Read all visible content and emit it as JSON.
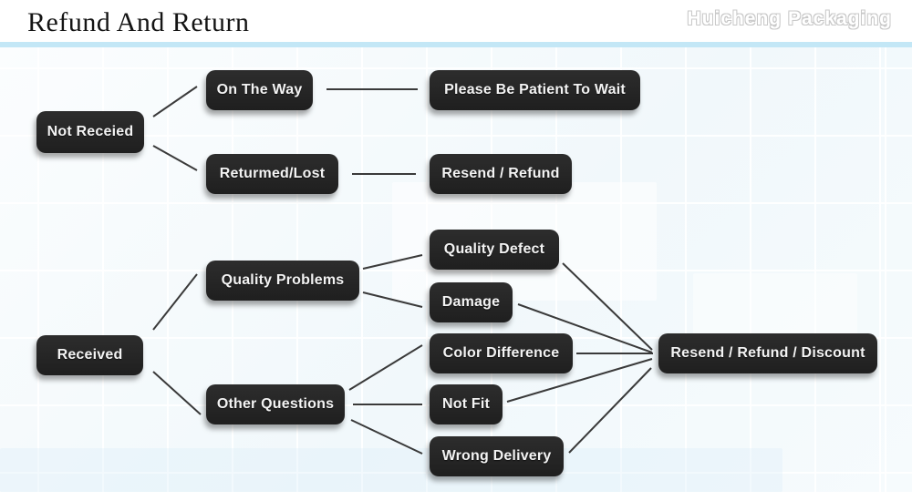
{
  "header": {
    "title": "Refund And Return",
    "brand": "Huicheng Packaging"
  },
  "colors": {
    "divider": "#c3e7f6",
    "node_background": "#262626",
    "node_text": "#f3f3f3",
    "connector_line": "#3a3a3a",
    "canvas_background": "#f4f9fb"
  },
  "diagram": {
    "type": "flowchart",
    "nodes": [
      {
        "id": "not-received",
        "label": "Not Receied"
      },
      {
        "id": "on-the-way",
        "label": "On The Way"
      },
      {
        "id": "please-wait",
        "label": "Please Be Patient To Wait"
      },
      {
        "id": "returned-lost",
        "label": "Returmed/Lost"
      },
      {
        "id": "resend-refund",
        "label": "Resend / Refund"
      },
      {
        "id": "quality-problems",
        "label": "Quality Problems"
      },
      {
        "id": "quality-defect",
        "label": "Quality Defect"
      },
      {
        "id": "damage",
        "label": "Damage"
      },
      {
        "id": "received",
        "label": "Received"
      },
      {
        "id": "other-questions",
        "label": "Other Questions"
      },
      {
        "id": "color-difference",
        "label": "Color Difference"
      },
      {
        "id": "not-fit",
        "label": "Not Fit"
      },
      {
        "id": "wrong-delivery",
        "label": "Wrong Delivery"
      },
      {
        "id": "resend-refund-discount",
        "label": "Resend / Refund / Discount"
      }
    ],
    "edges": [
      {
        "from": "not-received",
        "to": "on-the-way"
      },
      {
        "from": "not-received",
        "to": "returned-lost"
      },
      {
        "from": "on-the-way",
        "to": "please-wait"
      },
      {
        "from": "returned-lost",
        "to": "resend-refund"
      },
      {
        "from": "received",
        "to": "quality-problems"
      },
      {
        "from": "received",
        "to": "other-questions"
      },
      {
        "from": "quality-problems",
        "to": "quality-defect"
      },
      {
        "from": "quality-problems",
        "to": "damage"
      },
      {
        "from": "other-questions",
        "to": "color-difference"
      },
      {
        "from": "other-questions",
        "to": "not-fit"
      },
      {
        "from": "other-questions",
        "to": "wrong-delivery"
      },
      {
        "from": "quality-defect",
        "to": "resend-refund-discount"
      },
      {
        "from": "damage",
        "to": "resend-refund-discount"
      },
      {
        "from": "color-difference",
        "to": "resend-refund-discount"
      },
      {
        "from": "not-fit",
        "to": "resend-refund-discount"
      },
      {
        "from": "wrong-delivery",
        "to": "resend-refund-discount"
      }
    ]
  }
}
